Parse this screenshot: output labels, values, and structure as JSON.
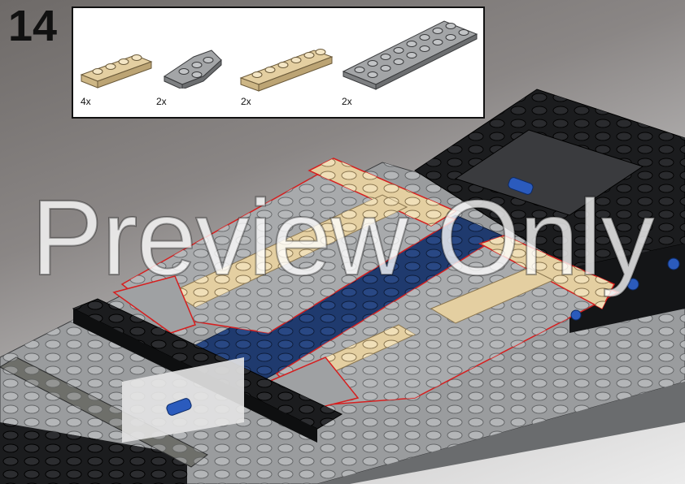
{
  "step": {
    "number": "14"
  },
  "parts": [
    {
      "qty": "4x",
      "piece": "tan-plate-1x4",
      "color": "#e4cfa1"
    },
    {
      "qty": "2x",
      "piece": "grey-wedge-plate",
      "color": "#a3a5a7"
    },
    {
      "qty": "2x",
      "piece": "tan-plate-1x6",
      "color": "#e4cfa1"
    },
    {
      "qty": "2x",
      "piece": "grey-plate-2x8",
      "color": "#a3a5a7"
    }
  ],
  "watermark": "Preview Only",
  "colors": {
    "tan": "#e4cfa1",
    "light_grey": "#a3a5a7",
    "dark_grey": "#5d5f61",
    "black": "#1b1c1e",
    "blue": "#1f3a6e",
    "dark_blue": "#1a2a50",
    "highlight": "#d61f1f"
  }
}
